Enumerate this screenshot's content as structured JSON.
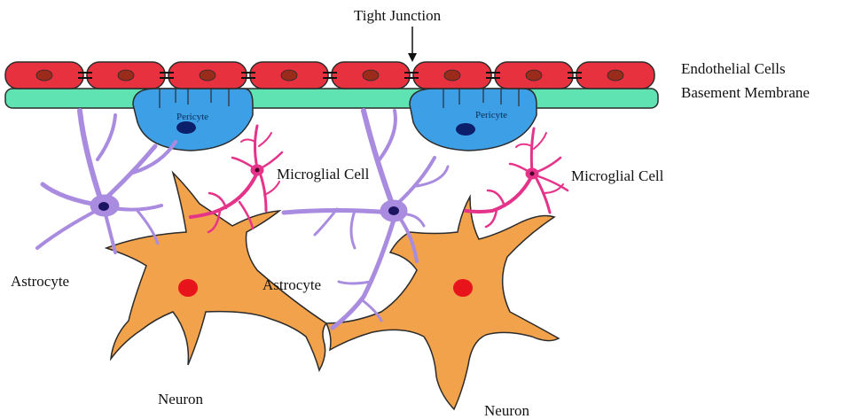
{
  "labels": {
    "tight_junction": "Tight Junction",
    "endothelial_cells": "Endothelial Cells",
    "basement_membrane": "Basement Membrane",
    "pericyte_left": "Pericyte",
    "pericyte_right": "Pericyte",
    "microglial_left": "Microglial Cell",
    "microglial_right": "Microglial Cell",
    "astrocyte_left": "Astrocyte",
    "astrocyte_center": "Astrocyte",
    "neuron_left": "Neuron",
    "neuron_right": "Neuron"
  },
  "colors": {
    "endothelial": "#e8313f",
    "endothelial_nucleus": "#9a2b1a",
    "basement": "#5fe3b3",
    "pericyte": "#3da0e6",
    "pericyte_nucleus": "#0b1f6b",
    "astrocyte": "#a98be0",
    "astrocyte_nucleus": "#1b1460",
    "microglia": "#e6338a",
    "neuron": "#f2a24b",
    "neuron_nucleus": "#e8141c",
    "outline": "#2b2b2b"
  }
}
